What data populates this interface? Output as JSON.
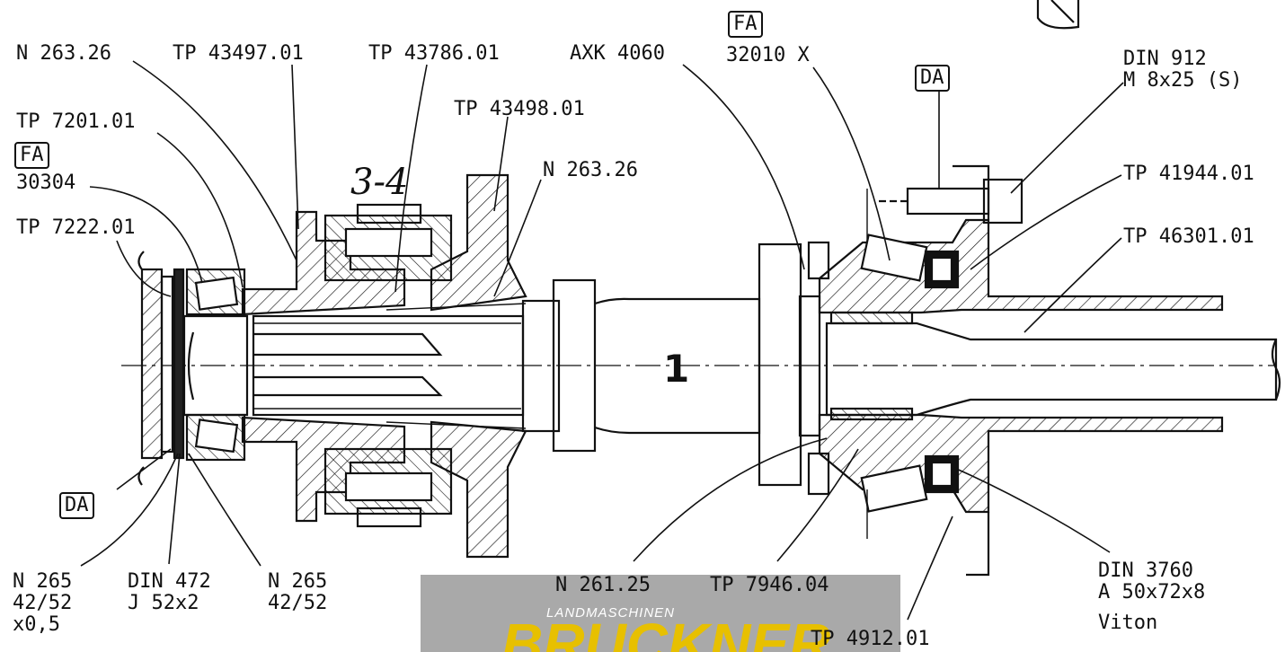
{
  "labels": {
    "n26326_top": "N 263.26",
    "tp4349701": "TP 43497.01",
    "tp4378601": "TP 43786.01",
    "axk4060": "AXK 4060",
    "fa_top": "FA",
    "b32010x": "32010 X",
    "din912": "DIN 912",
    "m8x25": "M 8x25 (S)",
    "da_top": "DA",
    "tp4349801": "TP 43498.01",
    "tp720101": "TP 7201.01",
    "fa_left": "FA",
    "b30304": "30304",
    "n26326_mid": "N 263.26",
    "tp4194401": "TP 41944.01",
    "tp722201": "TP 7222.01",
    "tp4630101": "TP 46301.01",
    "handwritten": "3-4",
    "part1": "1",
    "da_bottom": "DA",
    "n265_left_a": "N 265",
    "n265_left_b": "42/52",
    "n265_left_c": "x0,5",
    "din472_a": "DIN 472",
    "din472_b": "J 52x2",
    "n265_right_a": "N 265",
    "n265_right_b": "42/52",
    "n26125": "N 261.25",
    "tp794604": "TP 7946.04",
    "din3760_a": "DIN 3760",
    "din3760_b": "A 50x72x8",
    "viton": "Viton",
    "tp491201": "TP 4912.01"
  },
  "logo": {
    "sub": "LANDMASCHINEN",
    "main": "BRUCKNER"
  }
}
